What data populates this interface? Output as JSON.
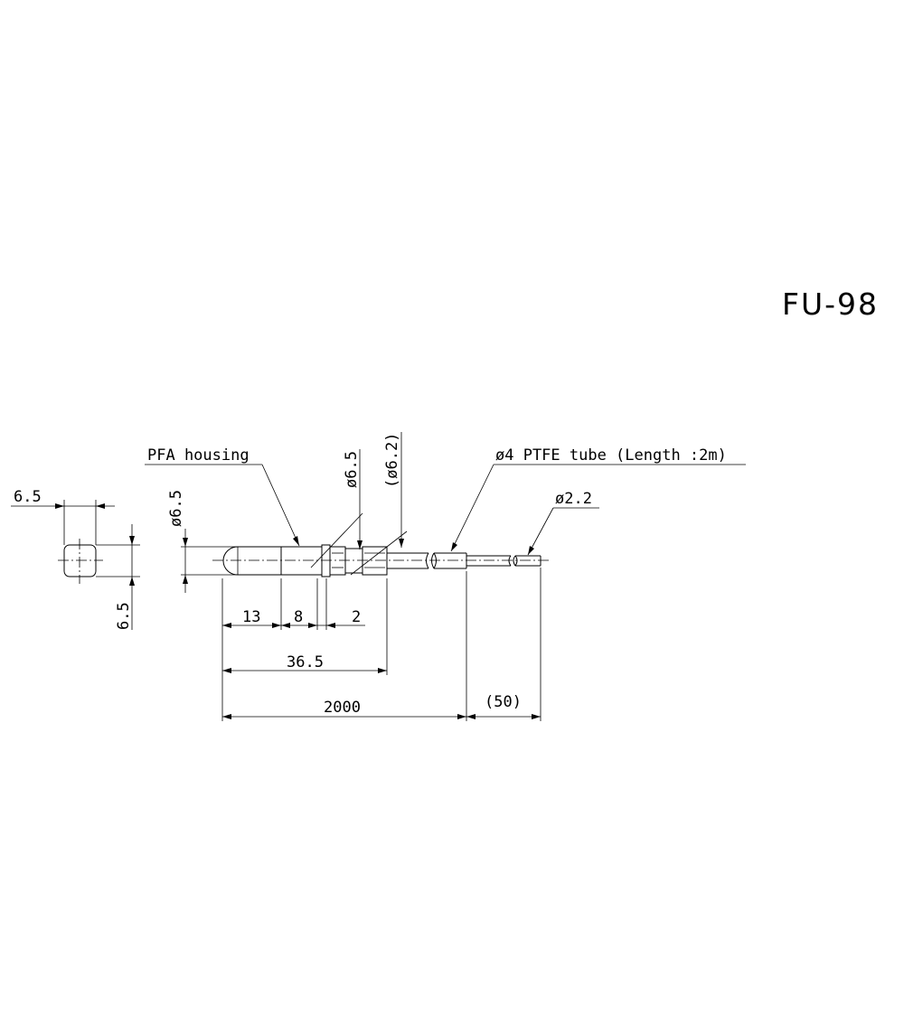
{
  "drawing": {
    "model": "FU-98",
    "labels": {
      "housing": "PFA housing",
      "tube": "ø4 PTFE tube (Length :2m)",
      "fiber_dia": "ø2.2",
      "housing_dia_left": "ø6.5",
      "housing_dia_mid": "ø6.5",
      "nut_dia": "(ø6.2)"
    },
    "dimensions": {
      "front_width": "6.5",
      "front_height": "6.5",
      "seg_13": "13",
      "seg_8": "8",
      "seg_2": "2",
      "total_head": "36.5",
      "cable_length": "2000",
      "fiber_tip": "(50)"
    }
  }
}
